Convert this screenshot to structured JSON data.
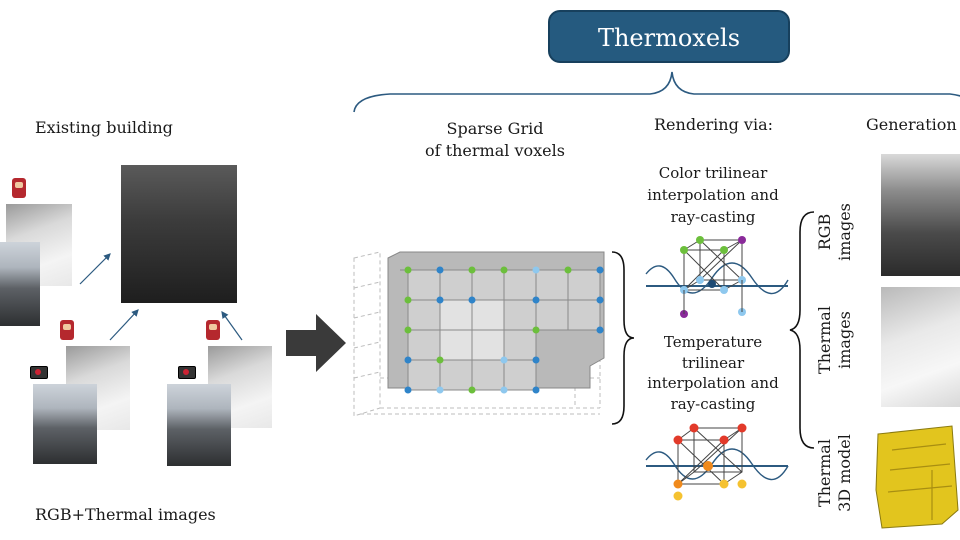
{
  "title": "Thermoxels",
  "labels": {
    "existing_building": "Existing building",
    "rgb_thermal": "RGB+Thermal images",
    "sparse_grid": "Sparse Grid\nof thermal voxels",
    "rendering_via": "Rendering via:",
    "generation": "Generation",
    "color_interp": "Color trilinear\ninterpolation and\nray-casting",
    "temp_interp": "Temperature\ntrilinear\ninterpolation and\nray-casting",
    "rgb_images": "RGB\nimages",
    "thermal_images": "Thermal\nimages",
    "thermal_3d": "Thermal\n3D model"
  },
  "colors": {
    "title_bg": "#255a7f",
    "brace": "#2c5a80",
    "arrow": "#3a3a3a",
    "voxel_face": "#c8c8c8",
    "voxel_top": "#a8a8a8",
    "node_green": "#6cbf3c",
    "node_blue": "#2f84c9",
    "node_lightblue": "#8ec8ee",
    "node_purple": "#8a2a9a",
    "node_red": "#e23a2a",
    "node_orange": "#f08a1c",
    "node_yellow": "#f5c230",
    "model_yellow": "#e2c51e"
  },
  "icons": [
    "thermal-camera-icon",
    "rgb-camera-icon",
    "big-right-arrow-icon",
    "curly-brace-icon"
  ]
}
